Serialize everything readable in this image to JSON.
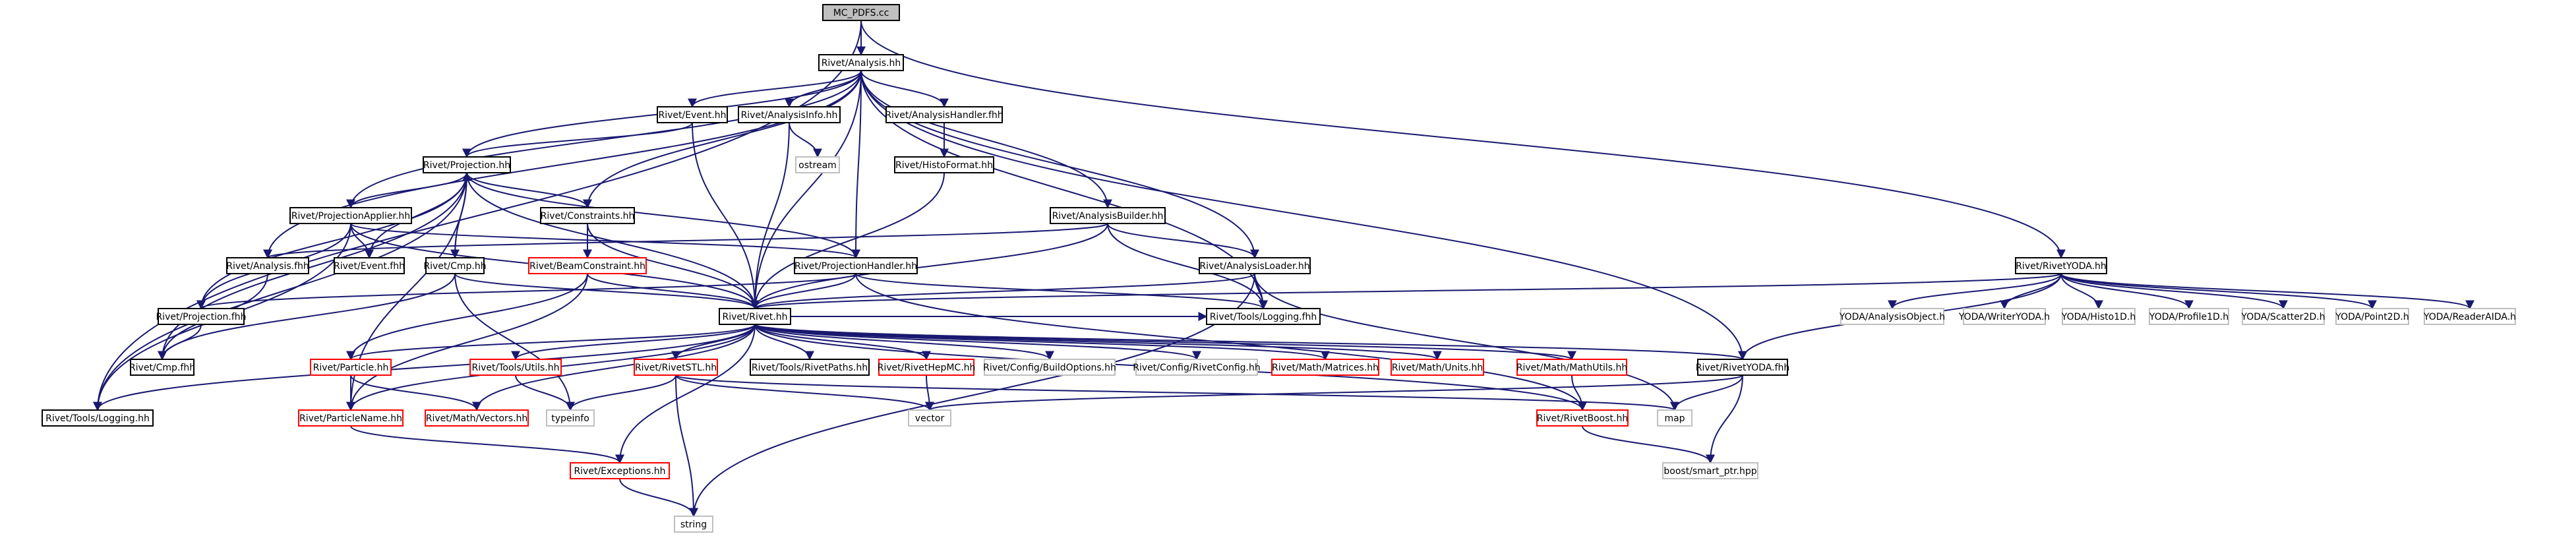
{
  "colors": {
    "edge": "#191970",
    "border_default": "#000000",
    "border_external": "#bfbfbf",
    "border_truncated": "#ff0000",
    "root_fill": "#bfbfbf",
    "node_fill": "#ffffff"
  },
  "nodes": [
    {
      "id": "mc_pdfs",
      "label": "MC_PDFS.cc",
      "style": "root"
    },
    {
      "id": "analysis_hh",
      "label": "Rivet/Analysis.hh",
      "style": "normal"
    },
    {
      "id": "event_hh",
      "label": "Rivet/Event.hh",
      "style": "normal"
    },
    {
      "id": "analysisinfo_hh",
      "label": "Rivet/AnalysisInfo.hh",
      "style": "normal"
    },
    {
      "id": "ostream",
      "label": "ostream",
      "style": "external"
    },
    {
      "id": "analysishandler_fhh",
      "label": "Rivet/AnalysisHandler.fhh",
      "style": "normal"
    },
    {
      "id": "histoformat_hh",
      "label": "Rivet/HistoFormat.hh",
      "style": "normal"
    },
    {
      "id": "projection_hh",
      "label": "Rivet/Projection.hh",
      "style": "normal"
    },
    {
      "id": "projectionapplier_hh",
      "label": "Rivet/ProjectionApplier.hh",
      "style": "normal"
    },
    {
      "id": "constraints_hh",
      "label": "Rivet/Constraints.hh",
      "style": "normal"
    },
    {
      "id": "analysisbuilder_hh",
      "label": "Rivet/AnalysisBuilder.hh",
      "style": "normal"
    },
    {
      "id": "analysis_fhh",
      "label": "Rivet/Analysis.fhh",
      "style": "normal"
    },
    {
      "id": "event_fhh",
      "label": "Rivet/Event.fhh",
      "style": "normal"
    },
    {
      "id": "cmp_hh",
      "label": "Rivet/Cmp.hh",
      "style": "normal"
    },
    {
      "id": "beamconstraint_hh",
      "label": "Rivet/BeamConstraint.hh",
      "style": "truncated"
    },
    {
      "id": "projectionhandler_hh",
      "label": "Rivet/ProjectionHandler.hh",
      "style": "normal"
    },
    {
      "id": "analysisloader_hh",
      "label": "Rivet/AnalysisLoader.hh",
      "style": "normal"
    },
    {
      "id": "rivetyoda_hh",
      "label": "Rivet/RivetYODA.hh",
      "style": "normal"
    },
    {
      "id": "projection_fhh",
      "label": "Rivet/Projection.fhh",
      "style": "normal"
    },
    {
      "id": "rivet_hh",
      "label": "Rivet/Rivet.hh",
      "style": "normal"
    },
    {
      "id": "tools_logging_fhh",
      "label": "Rivet/Tools/Logging.fhh",
      "style": "normal"
    },
    {
      "id": "yoda_analysisobject",
      "label": "YODA/AnalysisObject.h",
      "style": "external"
    },
    {
      "id": "yoda_writeryoda",
      "label": "YODA/WriterYODA.h",
      "style": "external"
    },
    {
      "id": "yoda_histo1d",
      "label": "YODA/Histo1D.h",
      "style": "external"
    },
    {
      "id": "yoda_profile1d",
      "label": "YODA/Profile1D.h",
      "style": "external"
    },
    {
      "id": "yoda_scatter2d",
      "label": "YODA/Scatter2D.h",
      "style": "external"
    },
    {
      "id": "yoda_point2d",
      "label": "YODA/Point2D.h",
      "style": "external"
    },
    {
      "id": "yoda_readeraida",
      "label": "YODA/ReaderAIDA.h",
      "style": "external"
    },
    {
      "id": "cmp_fhh",
      "label": "Rivet/Cmp.fhh",
      "style": "normal"
    },
    {
      "id": "particle_hh",
      "label": "Rivet/Particle.hh",
      "style": "truncated"
    },
    {
      "id": "tools_utils_hh",
      "label": "Rivet/Tools/Utils.hh",
      "style": "truncated"
    },
    {
      "id": "rivetstl_hh",
      "label": "Rivet/RivetSTL.hh",
      "style": "truncated"
    },
    {
      "id": "tools_rivetpaths_hh",
      "label": "Rivet/Tools/RivetPaths.hh",
      "style": "normal"
    },
    {
      "id": "rivethepmc_hh",
      "label": "Rivet/RivetHepMC.hh",
      "style": "truncated"
    },
    {
      "id": "config_buildoptions_hh",
      "label": "Rivet/Config/BuildOptions.hh",
      "style": "external"
    },
    {
      "id": "config_rivetconfig_hh",
      "label": "Rivet/Config/RivetConfig.hh",
      "style": "external"
    },
    {
      "id": "math_matrices_hh",
      "label": "Rivet/Math/Matrices.hh",
      "style": "truncated"
    },
    {
      "id": "math_units_hh",
      "label": "Rivet/Math/Units.hh",
      "style": "truncated"
    },
    {
      "id": "math_mathutils_hh",
      "label": "Rivet/Math/MathUtils.hh",
      "style": "truncated"
    },
    {
      "id": "rivetyoda_fhh",
      "label": "Rivet/RivetYODA.fhh",
      "style": "normal"
    },
    {
      "id": "tools_logging_hh",
      "label": "Rivet/Tools/Logging.hh",
      "style": "normal"
    },
    {
      "id": "particlename_hh",
      "label": "Rivet/ParticleName.hh",
      "style": "truncated"
    },
    {
      "id": "math_vectors_hh",
      "label": "Rivet/Math/Vectors.hh",
      "style": "truncated"
    },
    {
      "id": "typeinfo",
      "label": "typeinfo",
      "style": "external"
    },
    {
      "id": "vector",
      "label": "vector",
      "style": "external"
    },
    {
      "id": "map",
      "label": "map",
      "style": "external"
    },
    {
      "id": "rivetboost_hh",
      "label": "Rivet/RivetBoost.hh",
      "style": "truncated"
    },
    {
      "id": "exceptions_hh",
      "label": "Rivet/Exceptions.hh",
      "style": "truncated"
    },
    {
      "id": "boost_smart_ptr",
      "label": "boost/smart_ptr.hpp",
      "style": "external"
    },
    {
      "id": "string",
      "label": "string",
      "style": "external"
    }
  ],
  "edges": [
    [
      "mc_pdfs",
      "analysis_hh"
    ],
    [
      "mc_pdfs",
      "rivetyoda_hh"
    ],
    [
      "mc_pdfs",
      "tools_logging_hh"
    ],
    [
      "analysis_hh",
      "event_hh"
    ],
    [
      "analysis_hh",
      "analysisinfo_hh"
    ],
    [
      "analysis_hh",
      "analysishandler_fhh"
    ],
    [
      "analysis_hh",
      "projection_hh"
    ],
    [
      "analysis_hh",
      "projectionapplier_hh"
    ],
    [
      "analysis_hh",
      "constraints_hh"
    ],
    [
      "analysis_hh",
      "analysisbuilder_hh"
    ],
    [
      "analysis_hh",
      "analysis_fhh"
    ],
    [
      "analysis_hh",
      "projectionhandler_hh"
    ],
    [
      "analysis_hh",
      "analysisloader_hh"
    ],
    [
      "analysis_hh",
      "rivet_hh"
    ],
    [
      "analysis_hh",
      "tools_logging_fhh"
    ],
    [
      "analysis_hh",
      "rivetyoda_fhh"
    ],
    [
      "event_hh",
      "projection_hh"
    ],
    [
      "event_hh",
      "rivet_hh"
    ],
    [
      "analysisinfo_hh",
      "ostream"
    ],
    [
      "analysisinfo_hh",
      "rivet_hh"
    ],
    [
      "analysishandler_fhh",
      "histoformat_hh"
    ],
    [
      "histoformat_hh",
      "rivet_hh"
    ],
    [
      "projection_hh",
      "projectionapplier_hh"
    ],
    [
      "projection_hh",
      "constraints_hh"
    ],
    [
      "projection_hh",
      "event_fhh"
    ],
    [
      "projection_hh",
      "cmp_hh"
    ],
    [
      "projection_hh",
      "projection_fhh"
    ],
    [
      "projection_hh",
      "rivet_hh"
    ],
    [
      "projection_hh",
      "projectionhandler_hh"
    ],
    [
      "projection_hh",
      "cmp_fhh"
    ],
    [
      "projection_hh",
      "tools_logging_hh"
    ],
    [
      "projection_hh",
      "particlename_hh"
    ],
    [
      "projectionapplier_hh",
      "event_fhh"
    ],
    [
      "projectionapplier_hh",
      "projection_fhh"
    ],
    [
      "projectionapplier_hh",
      "rivet_hh"
    ],
    [
      "projectionapplier_hh",
      "projectionhandler_hh"
    ],
    [
      "projectionapplier_hh",
      "tools_logging_hh"
    ],
    [
      "constraints_hh",
      "beamconstraint_hh"
    ],
    [
      "constraints_hh",
      "rivet_hh"
    ],
    [
      "beamconstraint_hh",
      "rivet_hh"
    ],
    [
      "beamconstraint_hh",
      "particle_hh"
    ],
    [
      "beamconstraint_hh",
      "particlename_hh"
    ],
    [
      "analysisbuilder_hh",
      "analysis_fhh"
    ],
    [
      "analysisbuilder_hh",
      "analysisloader_hh"
    ],
    [
      "analysisbuilder_hh",
      "rivet_hh"
    ],
    [
      "analysisbuilder_hh",
      "tools_logging_fhh"
    ],
    [
      "analysisloader_hh",
      "rivet_hh"
    ],
    [
      "analysisloader_hh",
      "tools_logging_fhh"
    ],
    [
      "analysisloader_hh",
      "map"
    ],
    [
      "analysisloader_hh",
      "string"
    ],
    [
      "analysis_fhh",
      "cmp_fhh"
    ],
    [
      "cmp_hh",
      "cmp_fhh"
    ],
    [
      "cmp_hh",
      "rivet_hh"
    ],
    [
      "cmp_hh",
      "typeinfo"
    ],
    [
      "cmp_hh",
      "projection_hh"
    ],
    [
      "projectionhandler_hh",
      "rivet_hh"
    ],
    [
      "projectionhandler_hh",
      "projection_fhh"
    ],
    [
      "projectionhandler_hh",
      "tools_logging_fhh"
    ],
    [
      "projectionhandler_hh",
      "rivetboost_hh"
    ],
    [
      "projection_fhh",
      "cmp_fhh"
    ],
    [
      "rivetyoda_hh",
      "rivet_hh"
    ],
    [
      "rivetyoda_hh",
      "rivetyoda_fhh"
    ],
    [
      "rivetyoda_hh",
      "yoda_analysisobject"
    ],
    [
      "rivetyoda_hh",
      "yoda_writeryoda"
    ],
    [
      "rivetyoda_hh",
      "yoda_histo1d"
    ],
    [
      "rivetyoda_hh",
      "yoda_profile1d"
    ],
    [
      "rivetyoda_hh",
      "yoda_scatter2d"
    ],
    [
      "rivetyoda_hh",
      "yoda_point2d"
    ],
    [
      "rivetyoda_hh",
      "yoda_readeraida"
    ],
    [
      "rivet_hh",
      "particle_hh"
    ],
    [
      "rivet_hh",
      "tools_utils_hh"
    ],
    [
      "rivet_hh",
      "rivetstl_hh"
    ],
    [
      "rivet_hh",
      "tools_rivetpaths_hh"
    ],
    [
      "rivet_hh",
      "rivethepmc_hh"
    ],
    [
      "rivet_hh",
      "config_buildoptions_hh"
    ],
    [
      "rivet_hh",
      "config_rivetconfig_hh"
    ],
    [
      "rivet_hh",
      "math_matrices_hh"
    ],
    [
      "rivet_hh",
      "math_units_hh"
    ],
    [
      "rivet_hh",
      "math_mathutils_hh"
    ],
    [
      "rivet_hh",
      "rivetyoda_fhh"
    ],
    [
      "rivet_hh",
      "tools_logging_hh"
    ],
    [
      "rivet_hh",
      "particlename_hh"
    ],
    [
      "rivet_hh",
      "math_vectors_hh"
    ],
    [
      "rivet_hh",
      "exceptions_hh"
    ],
    [
      "rivet_hh",
      "rivetboost_hh"
    ],
    [
      "rivet_hh",
      "tools_logging_fhh"
    ],
    [
      "particle_hh",
      "particlename_hh"
    ],
    [
      "particle_hh",
      "math_vectors_hh"
    ],
    [
      "tools_utils_hh",
      "typeinfo"
    ],
    [
      "rivetstl_hh",
      "typeinfo"
    ],
    [
      "rivetstl_hh",
      "vector"
    ],
    [
      "rivetstl_hh",
      "map"
    ],
    [
      "rivetstl_hh",
      "string"
    ],
    [
      "rivethepmc_hh",
      "vector"
    ],
    [
      "math_mathutils_hh",
      "rivetboost_hh"
    ],
    [
      "rivetyoda_fhh",
      "vector"
    ],
    [
      "rivetyoda_fhh",
      "map"
    ],
    [
      "rivetyoda_fhh",
      "boost_smart_ptr"
    ],
    [
      "rivetboost_hh",
      "boost_smart_ptr"
    ],
    [
      "particlename_hh",
      "exceptions_hh"
    ],
    [
      "exceptions_hh",
      "string"
    ]
  ]
}
